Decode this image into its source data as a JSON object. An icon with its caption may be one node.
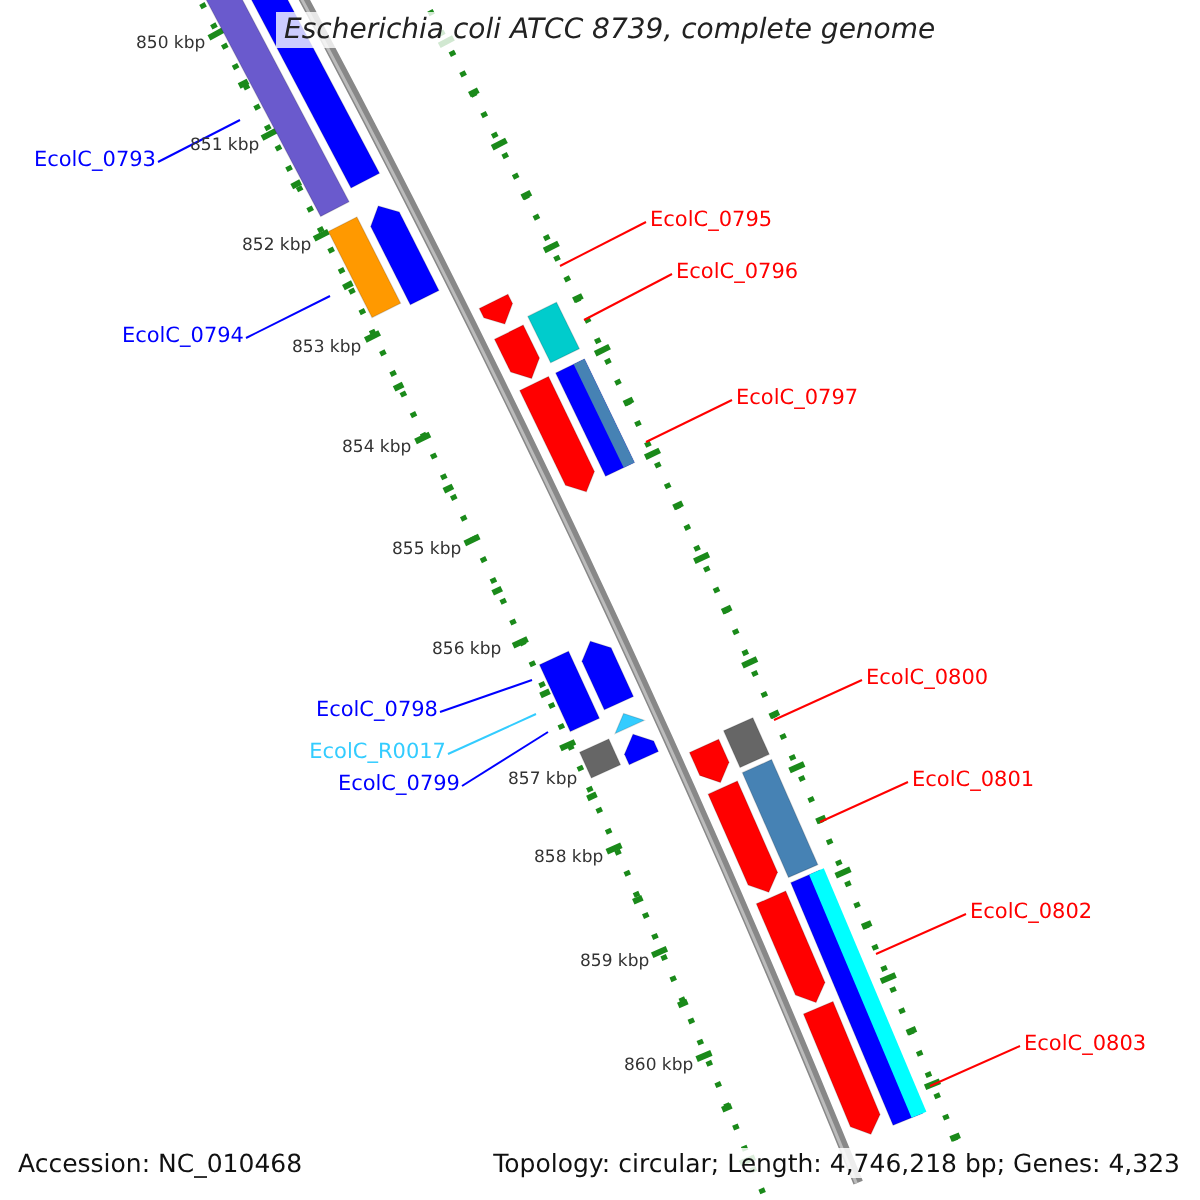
{
  "diagram": {
    "title": "Escherichia coli ATCC 8739, complete genome",
    "nodes": [
      {
        "text": [
          "EcolC_0793"
        ]
      },
      {
        "text": [
          "EcolC_0794"
        ]
      },
      {
        "text": [
          "EcolC_0795"
        ]
      },
      {
        "text": [
          "EcolC_0796"
        ]
      },
      {
        "text": [
          "EcolC_0797"
        ]
      },
      {
        "text": [
          "EcolC_0798"
        ]
      },
      {
        "text": [
          "EcolC_R0017"
        ]
      },
      {
        "text": [
          "EcolC_0799"
        ]
      },
      {
        "text": [
          "EcolC_0800"
        ]
      },
      {
        "text": [
          "EcolC_0801"
        ]
      },
      {
        "text": [
          "EcolC_0802"
        ]
      },
      {
        "text": [
          "EcolC_0803"
        ]
      }
    ],
    "edges": [
      {
        "from": 0,
        "to": null,
        "arrow": "none",
        "color": "#0000ff"
      },
      {
        "from": 1,
        "to": null,
        "arrow": "none",
        "color": "#0000ff"
      },
      {
        "from": 2,
        "to": null,
        "arrow": "none"
      },
      {
        "from": 3,
        "to": null,
        "arrow": "none"
      },
      {
        "from": 4,
        "to": null,
        "arrow": "none"
      },
      {
        "from": 5,
        "to": null,
        "arrow": "none",
        "color": "#0000ff"
      },
      {
        "from": 6,
        "to": null,
        "arrow": "none",
        "color": "#33ccff"
      },
      {
        "from": 7,
        "to": null,
        "arrow": "none",
        "color": "#0000ff"
      },
      {
        "from": 8,
        "to": null,
        "arrow": "none"
      },
      {
        "from": 9,
        "to": null,
        "arrow": "none"
      },
      {
        "from": 10,
        "to": null,
        "arrow": "none"
      },
      {
        "from": 11,
        "to": null,
        "arrow": "none"
      }
    ],
    "labels": [
      "850 kbp",
      "851 kbp",
      "852 kbp",
      "853 kbp",
      "854 kbp",
      "855 kbp",
      "856 kbp",
      "857 kbp",
      "858 kbp",
      "859 kbp",
      "860 kbp",
      "Accession: NC_010468",
      "Topology: circular; Length: 4,746,218 bp; Genes: 4,323"
    ]
  }
}
